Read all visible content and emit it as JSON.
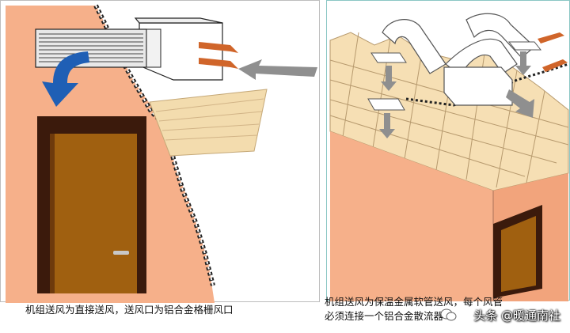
{
  "captions": {
    "left": "机组送风为直接送风，送风口为铝合金格栅风口",
    "right_line1": "机组送风为保温金属软管送风，每个风管",
    "right_line2": "必须连接一个铝合金散流器"
  },
  "watermark": {
    "text": "头条 @暖通南社",
    "icon": "wechat-icon"
  },
  "colors": {
    "wall": "#f6b08a",
    "ceiling_tile": "#f6dfb4",
    "door": "#a06010",
    "arrow_blue": "#1f5fb5",
    "arrow_grey": "#8f8f8f",
    "arrow_orange": "#d0652a"
  }
}
